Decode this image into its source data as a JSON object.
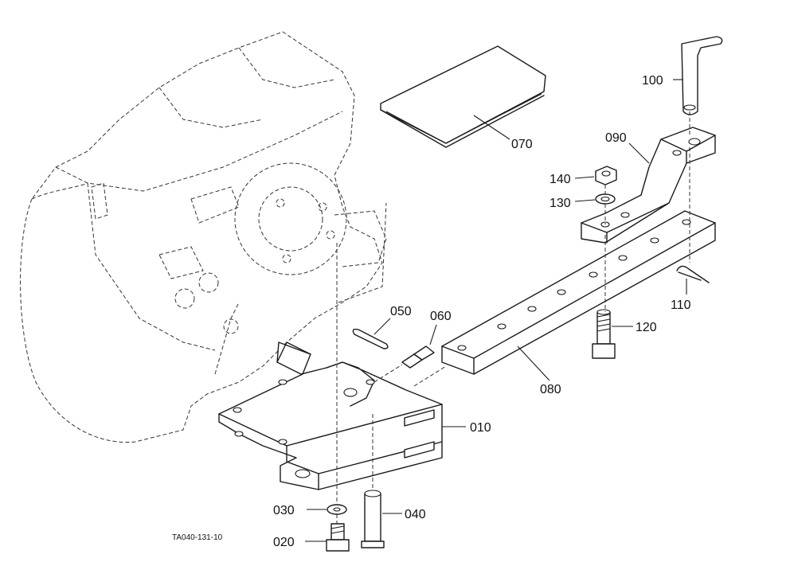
{
  "figure_code": "TA040-131-10",
  "callouts": {
    "c010": "010",
    "c020": "020",
    "c030": "030",
    "c040": "040",
    "c050": "050",
    "c060": "060",
    "c070": "070",
    "c080": "080",
    "c090": "090",
    "c100": "100",
    "c110": "110",
    "c120": "120",
    "c130": "130",
    "c140": "140"
  }
}
